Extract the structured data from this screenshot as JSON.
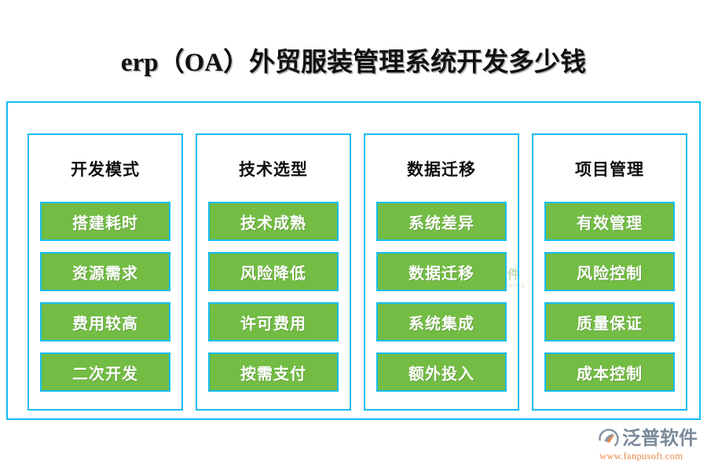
{
  "page": {
    "title": "erp（OA）外贸服装管理系统开发多少钱",
    "background_color": "#FFFFFF",
    "border_color": "#16BDF0",
    "box_color": "#73BD44",
    "box_text_color": "#FFFFFF",
    "title_color": "#111111"
  },
  "diagram": {
    "columns": [
      {
        "header": "开发模式",
        "items": [
          "搭建耗时",
          "资源需求",
          "费用较高",
          "二次开发"
        ]
      },
      {
        "header": "技术选型",
        "items": [
          "技术成熟",
          "风险降低",
          "许可费用",
          "按需支付"
        ]
      },
      {
        "header": "数据迁移",
        "items": [
          "系统差异",
          "数据迁移",
          "系统集成",
          "额外投入"
        ]
      },
      {
        "header": "项目管理",
        "items": [
          "有效管理",
          "风险控制",
          "质量保证",
          "成本控制"
        ]
      }
    ]
  },
  "watermark": {
    "name_cn": "泛普软件",
    "name_en": "FANPU SOFTWARE",
    "icon": "fanpu-leaf-icon",
    "color": "#6FA94A"
  },
  "brand": {
    "name_cn": "泛普软件",
    "url": "www.fanpusoft.com",
    "icon": "fanpu-logo-icon",
    "name_color": "#7A8A99",
    "url_color": "#E8894A"
  }
}
